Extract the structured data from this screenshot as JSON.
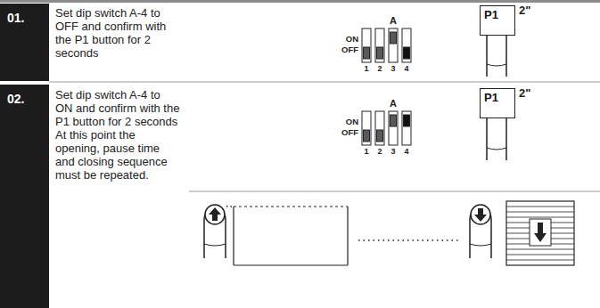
{
  "diagram": {
    "nodes": [
      {
        "text": [
          "01."
        ]
      },
      {
        "text": [
          "P1"
        ]
      },
      {
        "text": [
          "02."
        ]
      },
      {
        "text": [
          "P1"
        ]
      }
    ],
    "labels": [
      "Set dip switch A-4 to OFF and confirm with the P1 button for 2 seconds",
      "ON",
      "OFF",
      "A",
      "1",
      "2",
      "3",
      "4",
      "2\"",
      "Set dip switch A-4 to ON and confirm with the P1 button for 2 seconds",
      "At this point the opening, pause time and closing sequence must be repeated.",
      "ON",
      "OFF",
      "A",
      "1",
      "2",
      "3",
      "4",
      "2\""
    ]
  }
}
